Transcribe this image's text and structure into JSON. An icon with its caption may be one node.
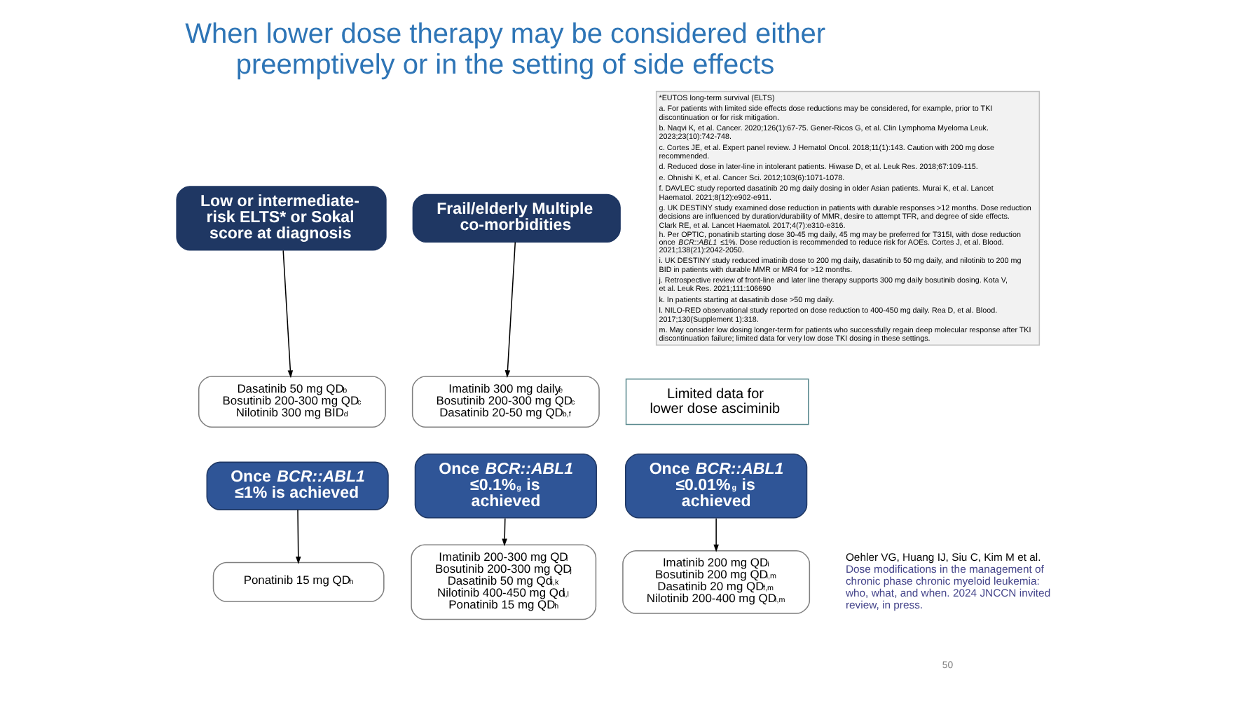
{
  "diagram": {
    "title": "When lower dose therapy may be considered either preemptively or in the setting of side effects",
    "nodes": [
      {
        "text": [
          "Low or intermediate-risk ELTS* or Sokal score at diagnosis"
        ]
      },
      {
        "text": [
          "Frail/elderly Multiple co-morbidities"
        ]
      },
      {
        "text": [
          "Dasatinib 50 mg QD$^{b}$",
          "Bosutinib 200-300 mg QD$^{c}$",
          "Nilotinib 300 mg BID$^{d}$"
        ]
      },
      {
        "text": [
          "Imatinib 300 mg daily$^{e}$",
          "Bosutinib 200-300 mg QD$^{c}$",
          "Dasatinib 20-50 mg QD$^{b,f}$"
        ]
      },
      {
        "text": [
          "Limited data for lower dose asciminib"
        ]
      },
      {
        "text": [
          "Once *BCR::ABL1* ≤1% is achieved"
        ]
      },
      {
        "text": [
          "Once *BCR::ABL1* ≤0.1%$^{g}$ is achieved"
        ]
      },
      {
        "text": [
          "Once *BCR::ABL1* ≤0.01%$^{g}$ is achieved"
        ]
      },
      {
        "text": [
          "Ponatinib 15 mg QD$^{h}$"
        ]
      },
      {
        "text": [
          "Imatinib 200-300 mg QD$^{i}$",
          "Bosutinib 200-300 mg QD$^{j}$",
          "Dasatinib 50 mg Qd$^{i,k}$",
          "Nilotinib 400-450 mg Qd$^{i,l}$",
          "Ponatinib 15 mg QD$^{h}$"
        ]
      },
      {
        "text": [
          "Imatinib 200 mg QD$^{i}$",
          "Bosutinib 200 mg QD$^{i,m}$",
          "Dasatinib 20 mg QD$^{f,m}$",
          "Nilotinib 200-400 mg QD$^{i,m}$"
        ]
      }
    ],
    "edges": [
      {
        "from": 0,
        "to": 2,
        "arrow": "to"
      },
      {
        "from": 1,
        "to": 3,
        "arrow": "to"
      },
      {
        "from": 5,
        "to": 8,
        "arrow": "to"
      },
      {
        "from": 6,
        "to": 9,
        "arrow": "to"
      },
      {
        "from": 7,
        "to": 10,
        "arrow": "to"
      }
    ],
    "labels": [
      "*EUTOS long-term survival (ELTS)",
      "a. For patients with limited side effects dose reductions may be considered, for example, prior to TKI discontinuation or for risk mitigation.",
      "b. Naqvi K, et al. Cancer. 2020;126(1):67-75. Gener-Ricos G, et al. Clin Lymphoma Myeloma Leuk. 2023;23(10):742-748.",
      "c. Cortes JE, et al. Expert panel review. J Hematol Oncol. 2018;11(1):143. Caution with 200 mg dose recommended.",
      "d. Reduced dose in later-line in intolerant patients. Hiwase D, et al. Leuk Res. 2018;67:109-115.",
      "e. Ohnishi K, et al. Cancer Sci. 2012;103(6):1071-1078.",
      "f. DAVLEC study reported dasatinib 20 mg daily dosing in older Asian patients. Murai K, et al. Lancet Haematol. 2021;8(12):e902-e911.",
      "g. UK DESTINY study examined dose reduction in patients with durable responses >12 months. Dose reduction decisions are influenced by duration/durability of MMR, desire to attempt TFR, and degree of side effects. Clark RE, et al. Lancet Haematol. 2017;4(7):e310-e316.",
      "h. Per OPTIC, ponatinib starting dose 30-45 mg daily, 45 mg may be preferred for T315I, with dose reduction once *BCR::ABL1* ≤1%. Dose reduction is recommended to reduce risk for AOEs. Cortes J, et al. Blood. 2021;138(21):2042-2050.",
      "i. UK DESTINY study reduced imatinib dose to 200 mg daily, dasatinib to 50 mg daily, and nilotinib to 200 mg BID in patients with durable MMR or MR4 for >12 months.",
      "j. Retrospective review of front-line and later line therapy supports 300 mg daily bosutinib dosing. Kota V, et al. Leuk Res. 2021;111:106690",
      "k. In patients starting at dasatinib dose >50 mg daily.",
      "l. NILO-RED observational study reported on dose reduction to 400-450 mg daily. Rea D, et al. Blood. 2017;130(Supplement 1):318.",
      "m. May consider low dosing longer-term for patients who successfully regain deep molecular response after TKI discontinuation failure; limited data for very low dose TKI dosing in these settings.",
      "Oehler VG, Huang IJ, Siu C, Kim M et al.",
      "Dose modifications in the management of chronic phase chronic myeloid leukemia: who, what, and when. 2024 JNCCN invited review, in press.",
      "50"
    ]
  }
}
